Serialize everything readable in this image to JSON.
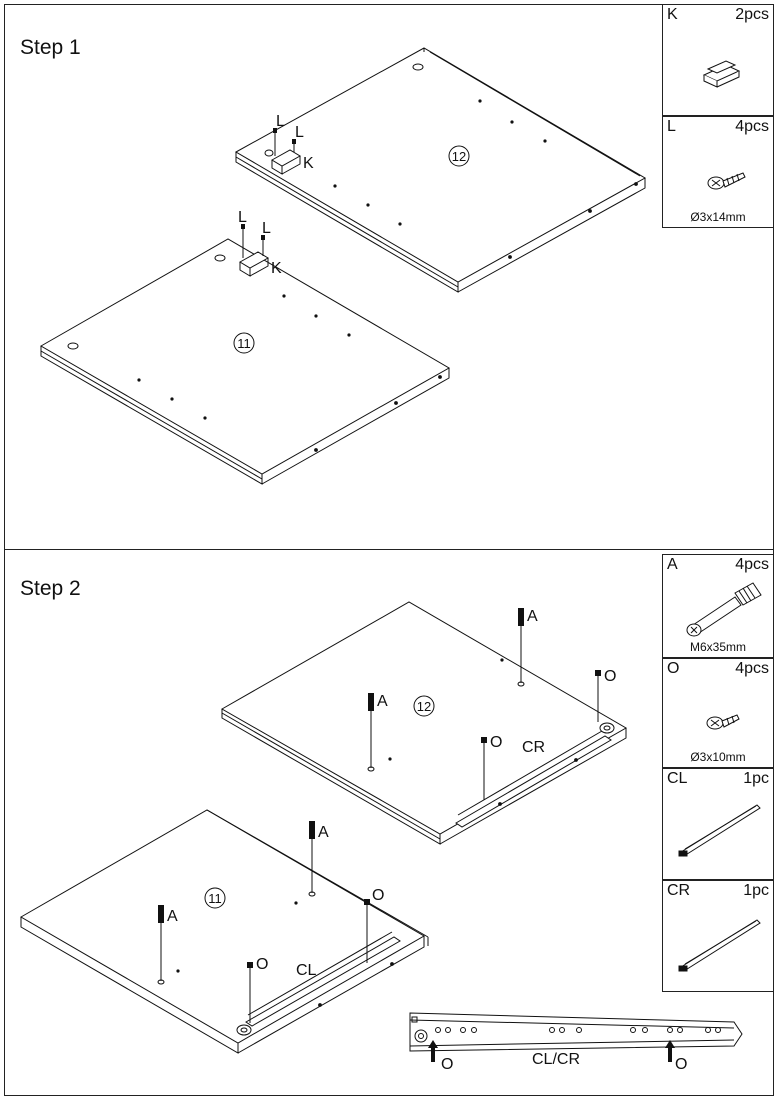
{
  "step1": {
    "title": "Step 1",
    "panels": [
      "12",
      "11"
    ],
    "callouts": [
      "L",
      "L",
      "K",
      "L",
      "L",
      "K"
    ]
  },
  "step2": {
    "title": "Step 2",
    "panels": [
      "12",
      "11"
    ],
    "callouts_top": [
      "A",
      "O",
      "A",
      "O",
      "CR"
    ],
    "callouts_bottom": [
      "A",
      "A",
      "O",
      "O",
      "CL"
    ],
    "rail_detail": {
      "label": "CL/CR",
      "screw_a": "O",
      "screw_b": "O"
    }
  },
  "parts": [
    {
      "code": "K",
      "qty": "2pcs",
      "spec": "",
      "icon": "catch-icon"
    },
    {
      "code": "L",
      "qty": "4pcs",
      "spec": "Ø3x14mm",
      "icon": "screw-icon"
    },
    {
      "code": "A",
      "qty": "4pcs",
      "spec": "M6x35mm",
      "icon": "cam-bolt-icon"
    },
    {
      "code": "O",
      "qty": "4pcs",
      "spec": "Ø3x10mm",
      "icon": "screw-icon"
    },
    {
      "code": "CL",
      "qty": "1pc",
      "spec": "",
      "icon": "rail-icon"
    },
    {
      "code": "CR",
      "qty": "1pc",
      "spec": "",
      "icon": "rail-icon"
    }
  ]
}
